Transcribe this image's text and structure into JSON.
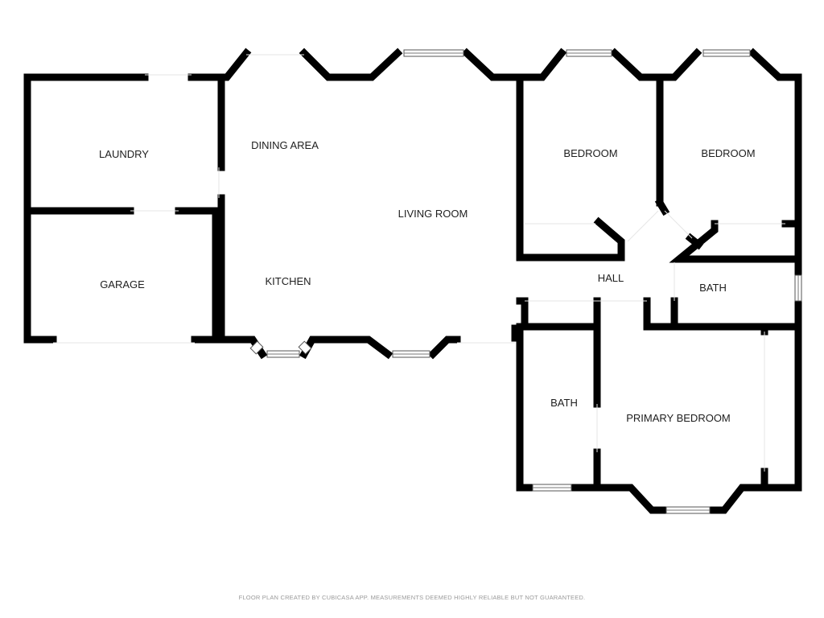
{
  "floor_plan": {
    "rooms": [
      {
        "id": "laundry",
        "label": "LAUNDRY"
      },
      {
        "id": "garage",
        "label": "GARAGE"
      },
      {
        "id": "dining-area",
        "label": "DINING AREA"
      },
      {
        "id": "living-room",
        "label": "LIVING ROOM"
      },
      {
        "id": "kitchen",
        "label": "KITCHEN"
      },
      {
        "id": "bedroom-1",
        "label": "BEDROOM"
      },
      {
        "id": "bedroom-2",
        "label": "BEDROOM"
      },
      {
        "id": "hall",
        "label": "HALL"
      },
      {
        "id": "bath-1",
        "label": "BATH"
      },
      {
        "id": "bath-2",
        "label": "BATH"
      },
      {
        "id": "primary-bedroom",
        "label": "PRIMARY BEDROOM"
      }
    ],
    "footer_note": "FLOOR PLAN CREATED BY CUBICASA APP. MEASUREMENTS DEEMED HIGHLY RELIABLE BUT NOT GUARANTEED.",
    "colors": {
      "wall": "#000000",
      "background": "#ffffff",
      "label": "#1e1e1e",
      "footer": "#9a9a9a"
    }
  }
}
